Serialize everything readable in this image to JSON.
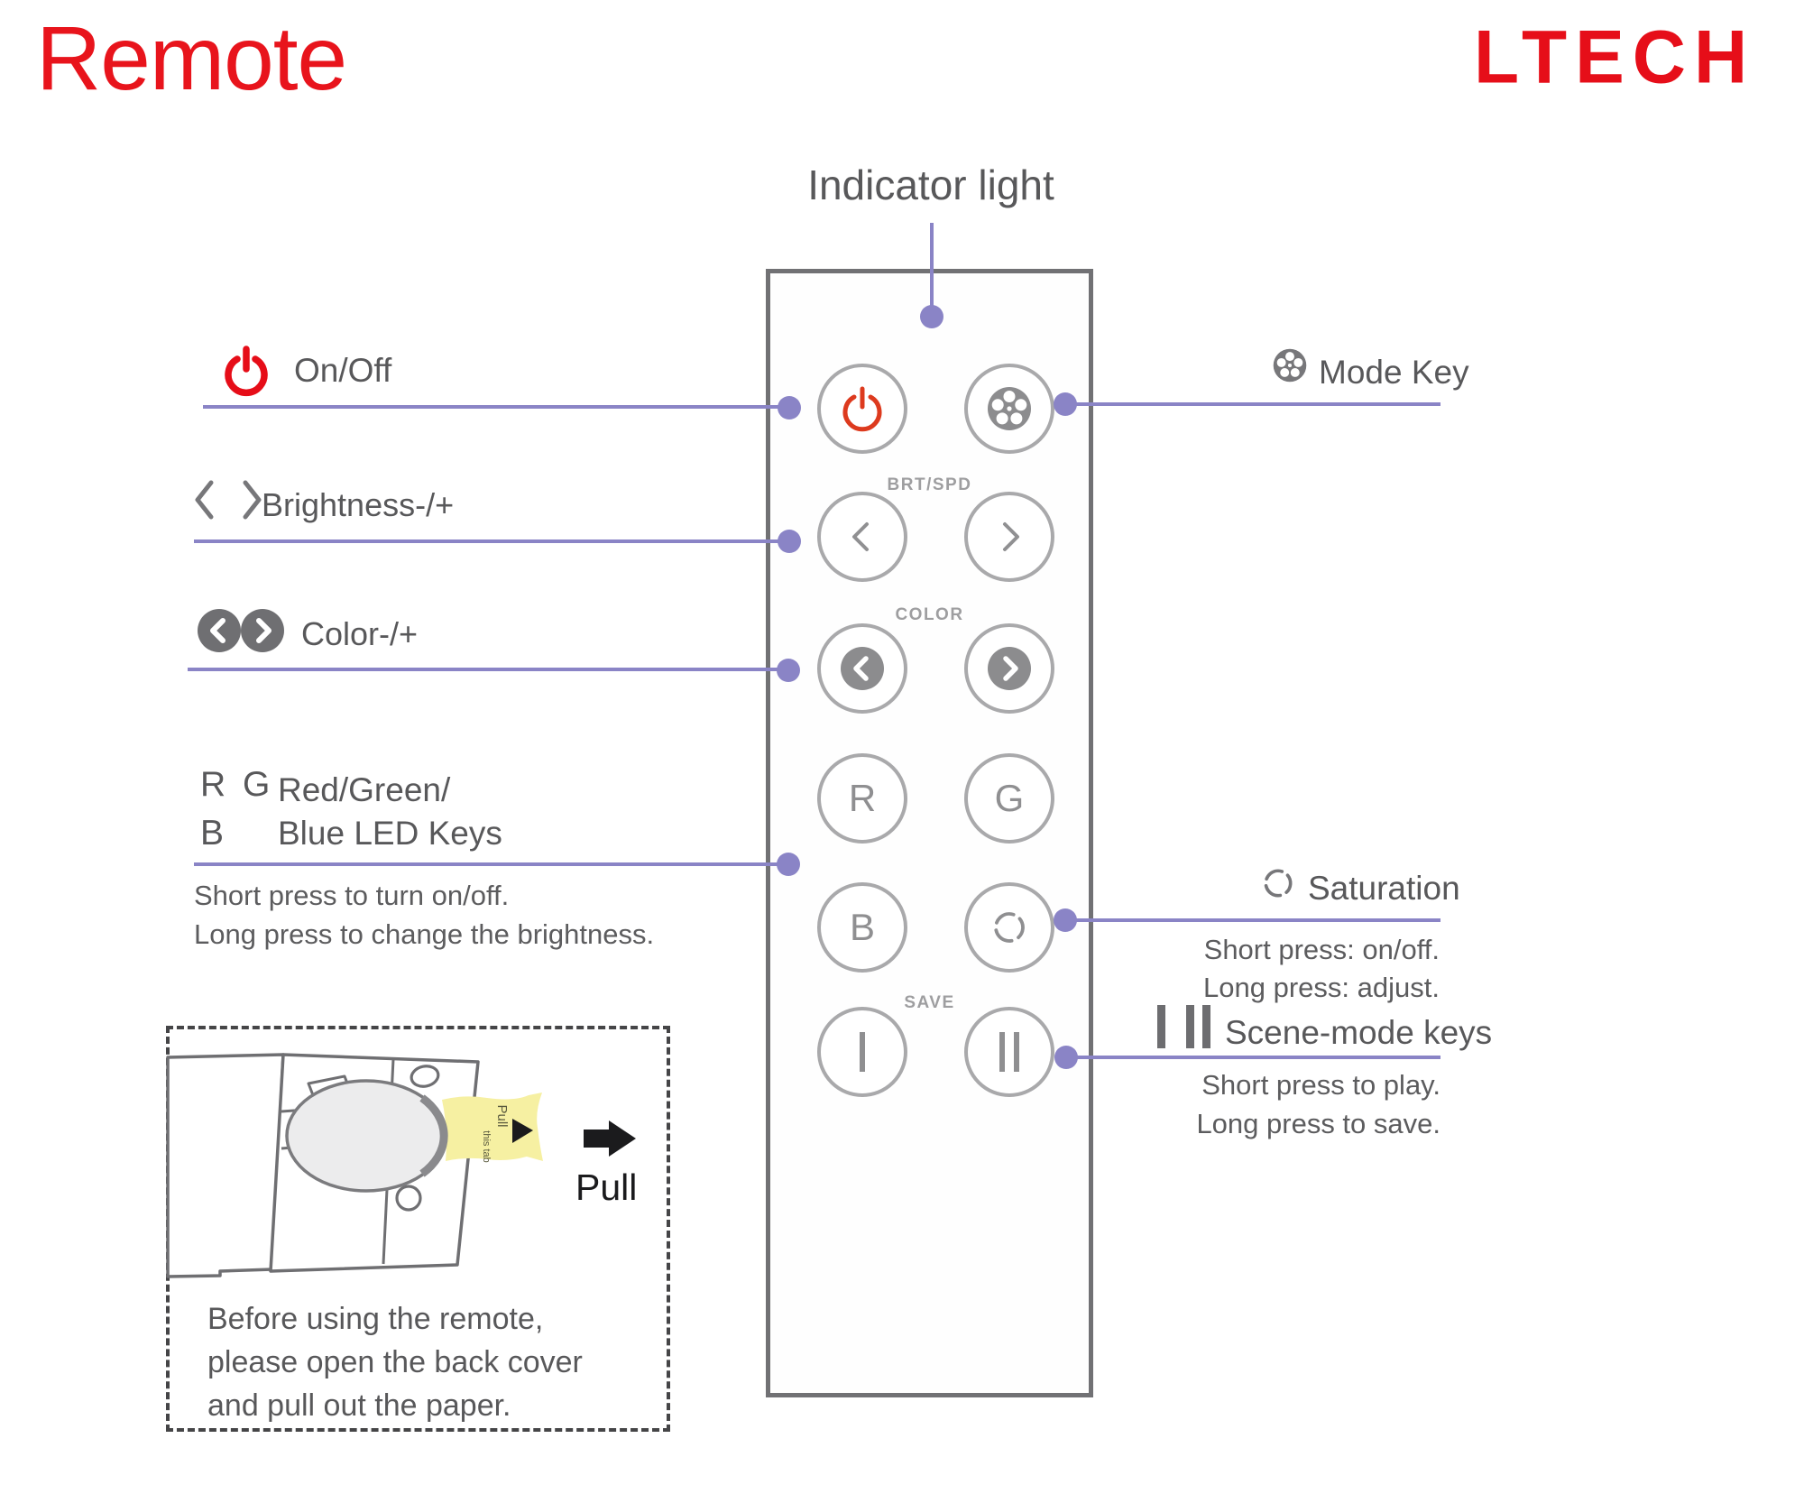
{
  "title": "Remote",
  "brand": "LTECH",
  "colors": {
    "brand_red": "#e60e19",
    "title_red": "#e8141c",
    "accent_purple": "#8a84c6",
    "text_gray": "#58585a",
    "button_outline_gray": "#a9a9ab",
    "remote_border_gray": "#717174",
    "tab_yellow": "#f6f0a2",
    "power_button_red": "#dd3a1e"
  },
  "remote": {
    "indicator_label": "Indicator light",
    "brt_group_label": "BRT/SPD",
    "color_group_label": "COLOR",
    "save_group_label": "SAVE",
    "r_key": "R",
    "g_key": "G",
    "b_key": "B",
    "scene_key_1": "I",
    "scene_key_2": "II"
  },
  "left_annotations": {
    "onoff_label": "On/Off",
    "brightness_label": "Brightness-/+",
    "color_label": "Color-/+",
    "rgb_letters_rg": "R G",
    "rgb_letter_b": "B",
    "rgb_label_line1": "Red/Green/",
    "rgb_label_line2": "Blue LED Keys",
    "rgb_note1": "Short press to turn on/off.",
    "rgb_note2": "Long press to change the brightness."
  },
  "right_annotations": {
    "mode_label": "Mode Key",
    "saturation_label": "Saturation",
    "saturation_note1": "Short press: on/off.",
    "saturation_note2": "Long press: adjust.",
    "scene_label": "Scene-mode keys",
    "scene_note1": "Short press to play.",
    "scene_note2": "Long press to save."
  },
  "battery_box": {
    "tab_text_line1": "Pull",
    "tab_text_line2": "this tab",
    "pull_label": "Pull",
    "note_line1": "Before using the remote,",
    "note_line2": "please open the back cover",
    "note_line3": "and pull out the paper."
  }
}
